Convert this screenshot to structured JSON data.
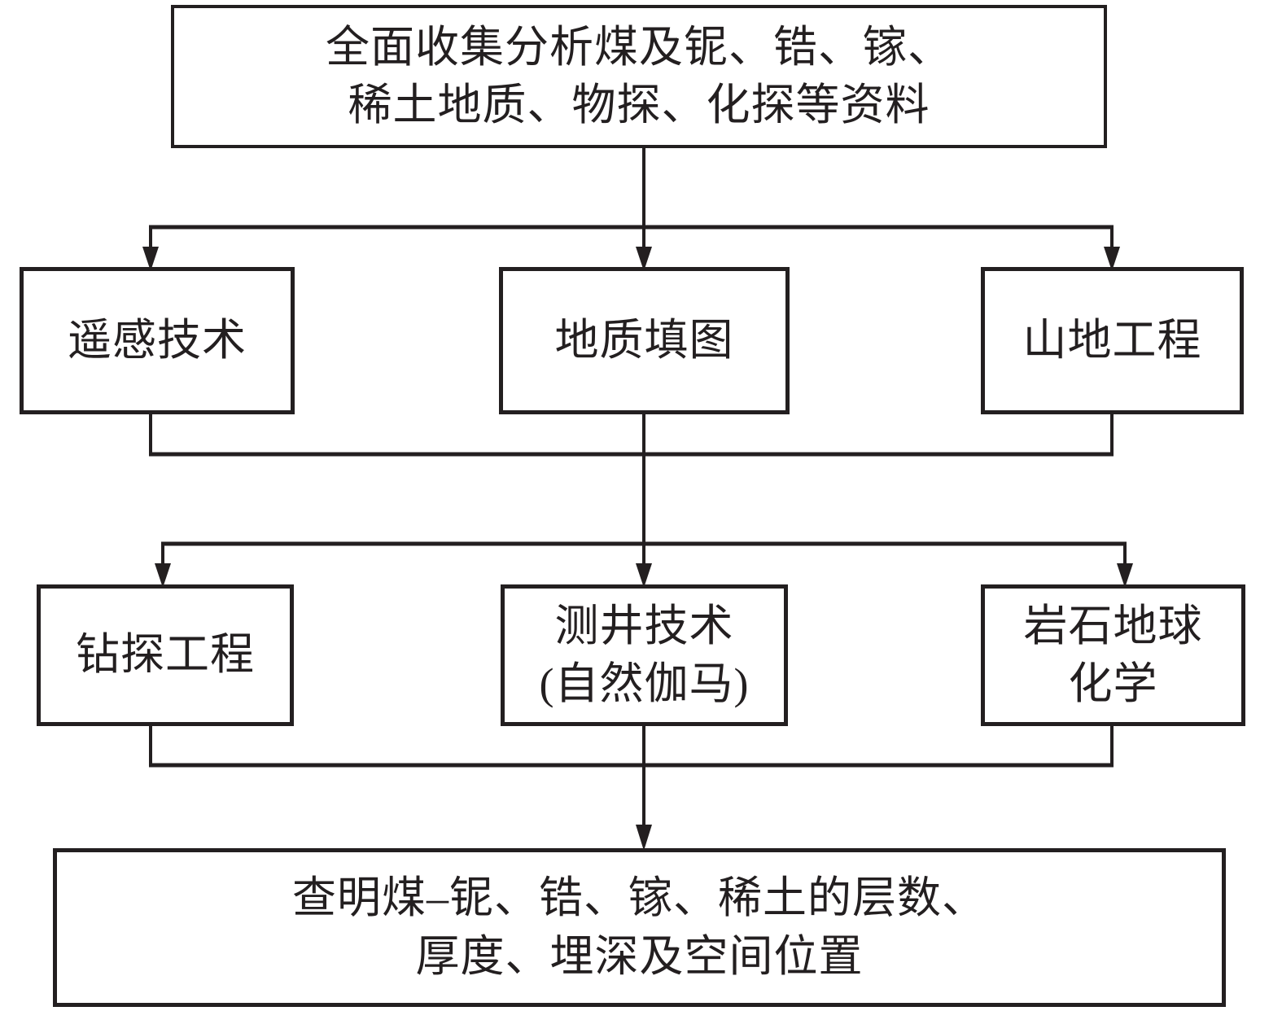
{
  "diagram": {
    "type": "flowchart",
    "colors": {
      "line": "#231f20",
      "background": "#ffffff",
      "text": "#231f20"
    },
    "nodes": {
      "source": {
        "line1": "全面收集分析煤及铌、锆、镓、",
        "line2": "稀土地质、物探、化探等资料"
      },
      "remote_sensing": {
        "label": "遥感技术"
      },
      "geological_mapping": {
        "label": "地质填图"
      },
      "mountain_engineering": {
        "label": "山地工程"
      },
      "drilling": {
        "label": "钻探工程"
      },
      "well_logging": {
        "line1": "测井技术",
        "line2": "(自然伽马)"
      },
      "rock_geochemistry": {
        "line1": "岩石地球",
        "line2": "化学"
      },
      "result": {
        "line1": "查明煤–铌、锆、镓、稀土的层数、",
        "line2": "厚度、埋深及空间位置"
      }
    },
    "edges": [
      {
        "from": "source",
        "to": "remote_sensing"
      },
      {
        "from": "source",
        "to": "geological_mapping"
      },
      {
        "from": "source",
        "to": "mountain_engineering"
      },
      {
        "from": "remote_sensing",
        "to": "stage2_bus"
      },
      {
        "from": "geological_mapping",
        "to": "stage2_bus"
      },
      {
        "from": "mountain_engineering",
        "to": "stage2_bus"
      },
      {
        "from": "stage2_bus",
        "to": "drilling"
      },
      {
        "from": "stage2_bus",
        "to": "well_logging"
      },
      {
        "from": "stage2_bus",
        "to": "rock_geochemistry"
      },
      {
        "from": "drilling",
        "to": "result"
      },
      {
        "from": "well_logging",
        "to": "result"
      },
      {
        "from": "rock_geochemistry",
        "to": "result"
      }
    ]
  }
}
